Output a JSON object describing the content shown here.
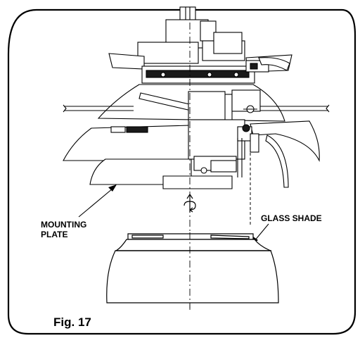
{
  "labels": {
    "mounting_plate_line1": "MOUNTING",
    "mounting_plate_line2": "PLATE",
    "glass_shade": "GLASS SHADE",
    "figure": "Fig. 17"
  },
  "colors": {
    "line": "#000000",
    "fill_dark": "#1a1a1a",
    "fill_light": "#ffffff"
  },
  "icons": {
    "rotate_arrow": "rotate-arrow-icon"
  }
}
